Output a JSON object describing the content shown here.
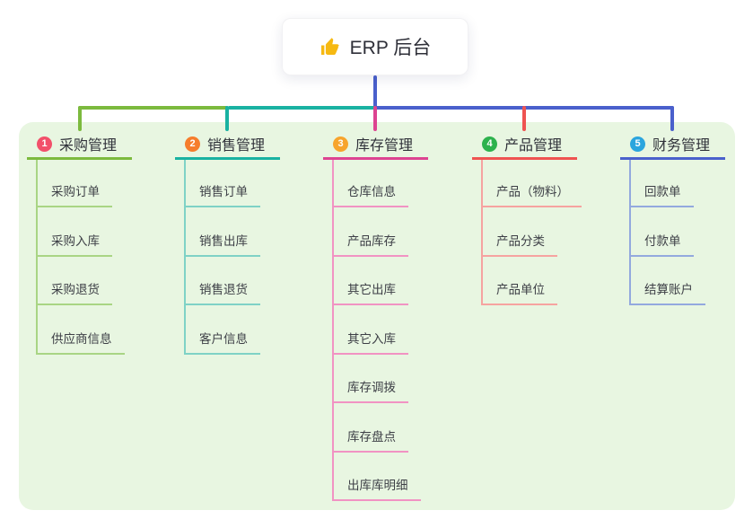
{
  "root": {
    "title": "ERP 后台",
    "icon": "thumbs-up-icon",
    "icon_color": "#f6b912",
    "stem_color": "#4a60cc"
  },
  "canvas": {
    "background": "#ffffff",
    "panel_color": "#e8f6e1"
  },
  "branches": [
    {
      "badge": "1",
      "label": "采购管理",
      "colors": {
        "badge": "#f2506a",
        "main": "#7cba3e",
        "light": "#a9d584"
      },
      "children": [
        "采购订单",
        "采购入库",
        "采购退货",
        "供应商信息"
      ]
    },
    {
      "badge": "2",
      "label": "销售管理",
      "colors": {
        "badge": "#f67d2c",
        "main": "#19b2a2",
        "light": "#7fd2c6"
      },
      "children": [
        "销售订单",
        "销售出库",
        "销售退货",
        "客户信息"
      ]
    },
    {
      "badge": "3",
      "label": "库存管理",
      "colors": {
        "badge": "#f7a42c",
        "main": "#dd4391",
        "light": "#f193c3"
      },
      "children": [
        "仓库信息",
        "产品库存",
        "其它出库",
        "其它入库",
        "库存调拨",
        "库存盘点",
        "出库库明细"
      ]
    },
    {
      "badge": "4",
      "label": "产品管理",
      "colors": {
        "badge": "#2db24d",
        "main": "#ef5351",
        "light": "#f6a3a0"
      },
      "children": [
        "产品（物料）",
        "产品分类",
        "产品单位"
      ]
    },
    {
      "badge": "5",
      "label": "财务管理",
      "colors": {
        "badge": "#2ba5de",
        "main": "#4a60cc",
        "light": "#93a9de"
      },
      "children": [
        "回款单",
        "付款单",
        "结算账户"
      ]
    }
  ]
}
